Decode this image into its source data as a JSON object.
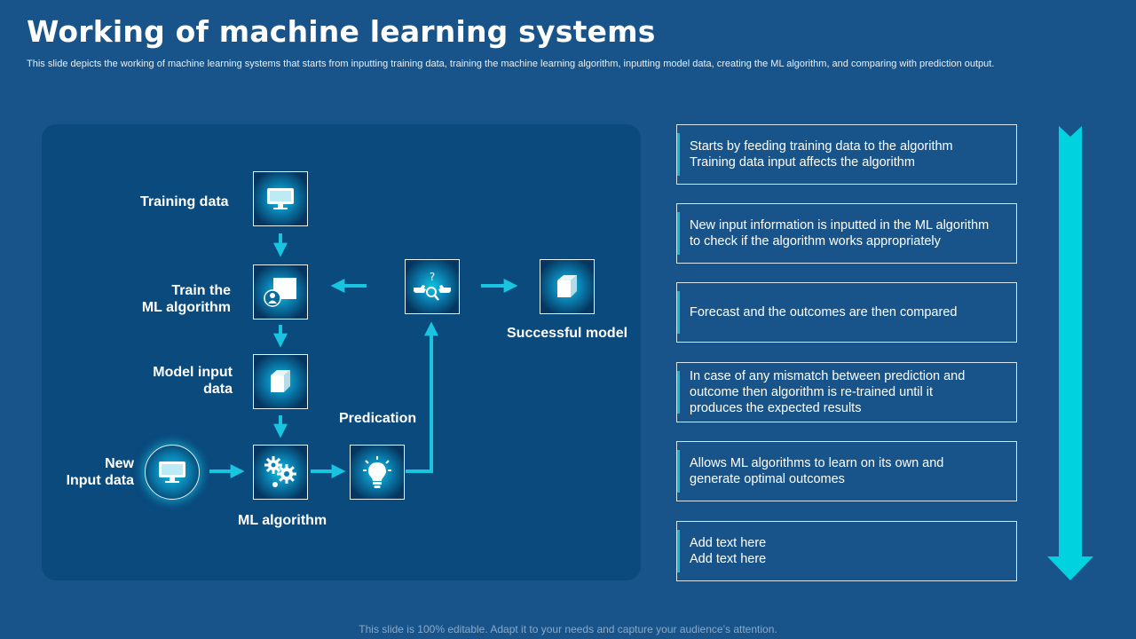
{
  "slide": {
    "title": "Working of machine learning systems",
    "subtitle": "This slide depicts the working of machine learning systems that starts from inputting training data, training the machine learning algorithm, inputting model data, creating the ML algorithm, and comparing with prediction output.",
    "footer": "This slide is 100% editable. Adapt it to your needs and capture your audience’s attention."
  },
  "diagram": {
    "labels": {
      "training_data": "Training data",
      "train_ml_line1": "Train the",
      "train_ml_line2": "ML algorithm",
      "model_input_line1": "Model input",
      "model_input_line2": "data",
      "new_input_line1": "New",
      "new_input_line2": "Input data",
      "ml_algorithm": "ML algorithm",
      "prediction": "Predication",
      "successful_model": "Successful model",
      "question_mark": "?"
    },
    "icons": {
      "training_data": "monitor-icon",
      "train_ml": "user-screen-icon",
      "model_input": "cube-icon",
      "new_input": "monitor-icon",
      "ml_algorithm": "gears-icon",
      "prediction": "lightbulb-icon",
      "compare": "compare-icon",
      "successful_model": "cube-icon"
    },
    "colors": {
      "arrow": "#19c4e0",
      "panel": "#0a4a7d",
      "background": "#18548a"
    }
  },
  "steps": [
    {
      "text": "Starts by feeding training data to the algorithm\nTraining data input affects the algorithm"
    },
    {
      "text": "New input information is inputted in the ML algorithm\nto check if the algorithm works appropriately"
    },
    {
      "text": "Forecast and the outcomes are then compared"
    },
    {
      "text": "In case of any mismatch between prediction and\noutcome then algorithm is re-trained until it\nproduces the expected results"
    },
    {
      "text": "Allows ML algorithms to learn on its own and\ngenerate optimal outcomes"
    },
    {
      "text": "Add text here\nAdd text here"
    }
  ]
}
